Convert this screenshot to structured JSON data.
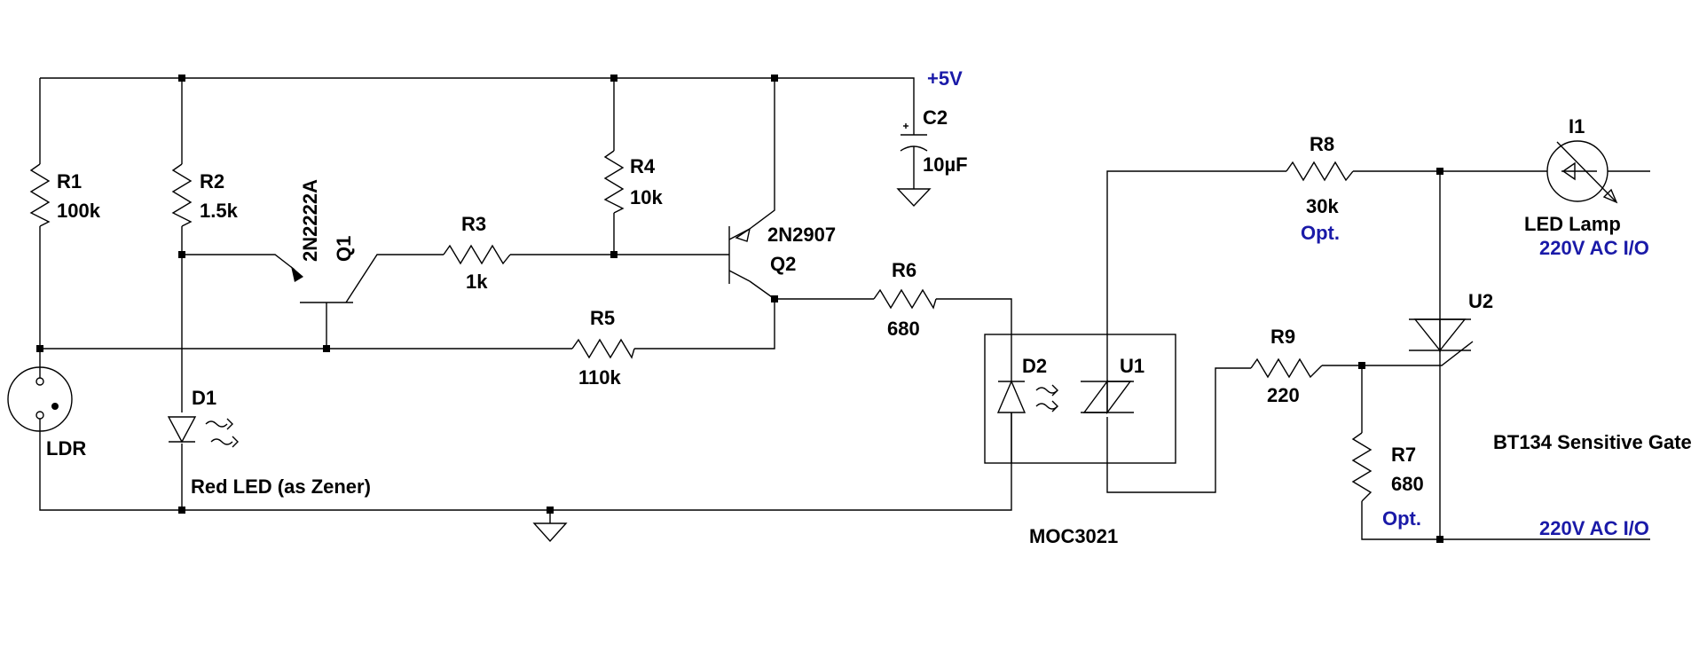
{
  "colors": {
    "wire": "#000000",
    "net_label": "#1a1aa8",
    "background": "#ffffff"
  },
  "labels": {
    "vcc": "+5V",
    "r1_ref": "R1",
    "r1_val": "100k",
    "r2_ref": "R2",
    "r2_val": "1.5k",
    "q1_part": "2N2222A",
    "q1_ref": "Q1",
    "r3_ref": "R3",
    "r3_val": "1k",
    "r4_ref": "R4",
    "r4_val": "10k",
    "q2_part": "2N2907",
    "q2_ref": "Q2",
    "c2_ref": "C2",
    "c2_val": "10µF",
    "r5_ref": "R5",
    "r5_val": "110k",
    "r6_ref": "R6",
    "r6_val": "680",
    "ldr": "LDR",
    "d1_ref": "D1",
    "d1_desc": "Red LED (as Zener)",
    "d2_ref": "D2",
    "u1_ref": "U1",
    "u1_part": "MOC3021",
    "r8_ref": "R8",
    "r8_val": "30k",
    "r8_opt": "Opt.",
    "i1_ref": "I1",
    "i1_desc": "LED Lamp",
    "ac_top": "220V AC I/O",
    "u2_ref": "U2",
    "u2_desc": "BT134 Sensitive Gate",
    "r9_ref": "R9",
    "r9_val": "220",
    "r7_ref": "R7",
    "r7_val": "680",
    "r7_opt": "Opt.",
    "ac_bottom": "220V AC I/O"
  }
}
